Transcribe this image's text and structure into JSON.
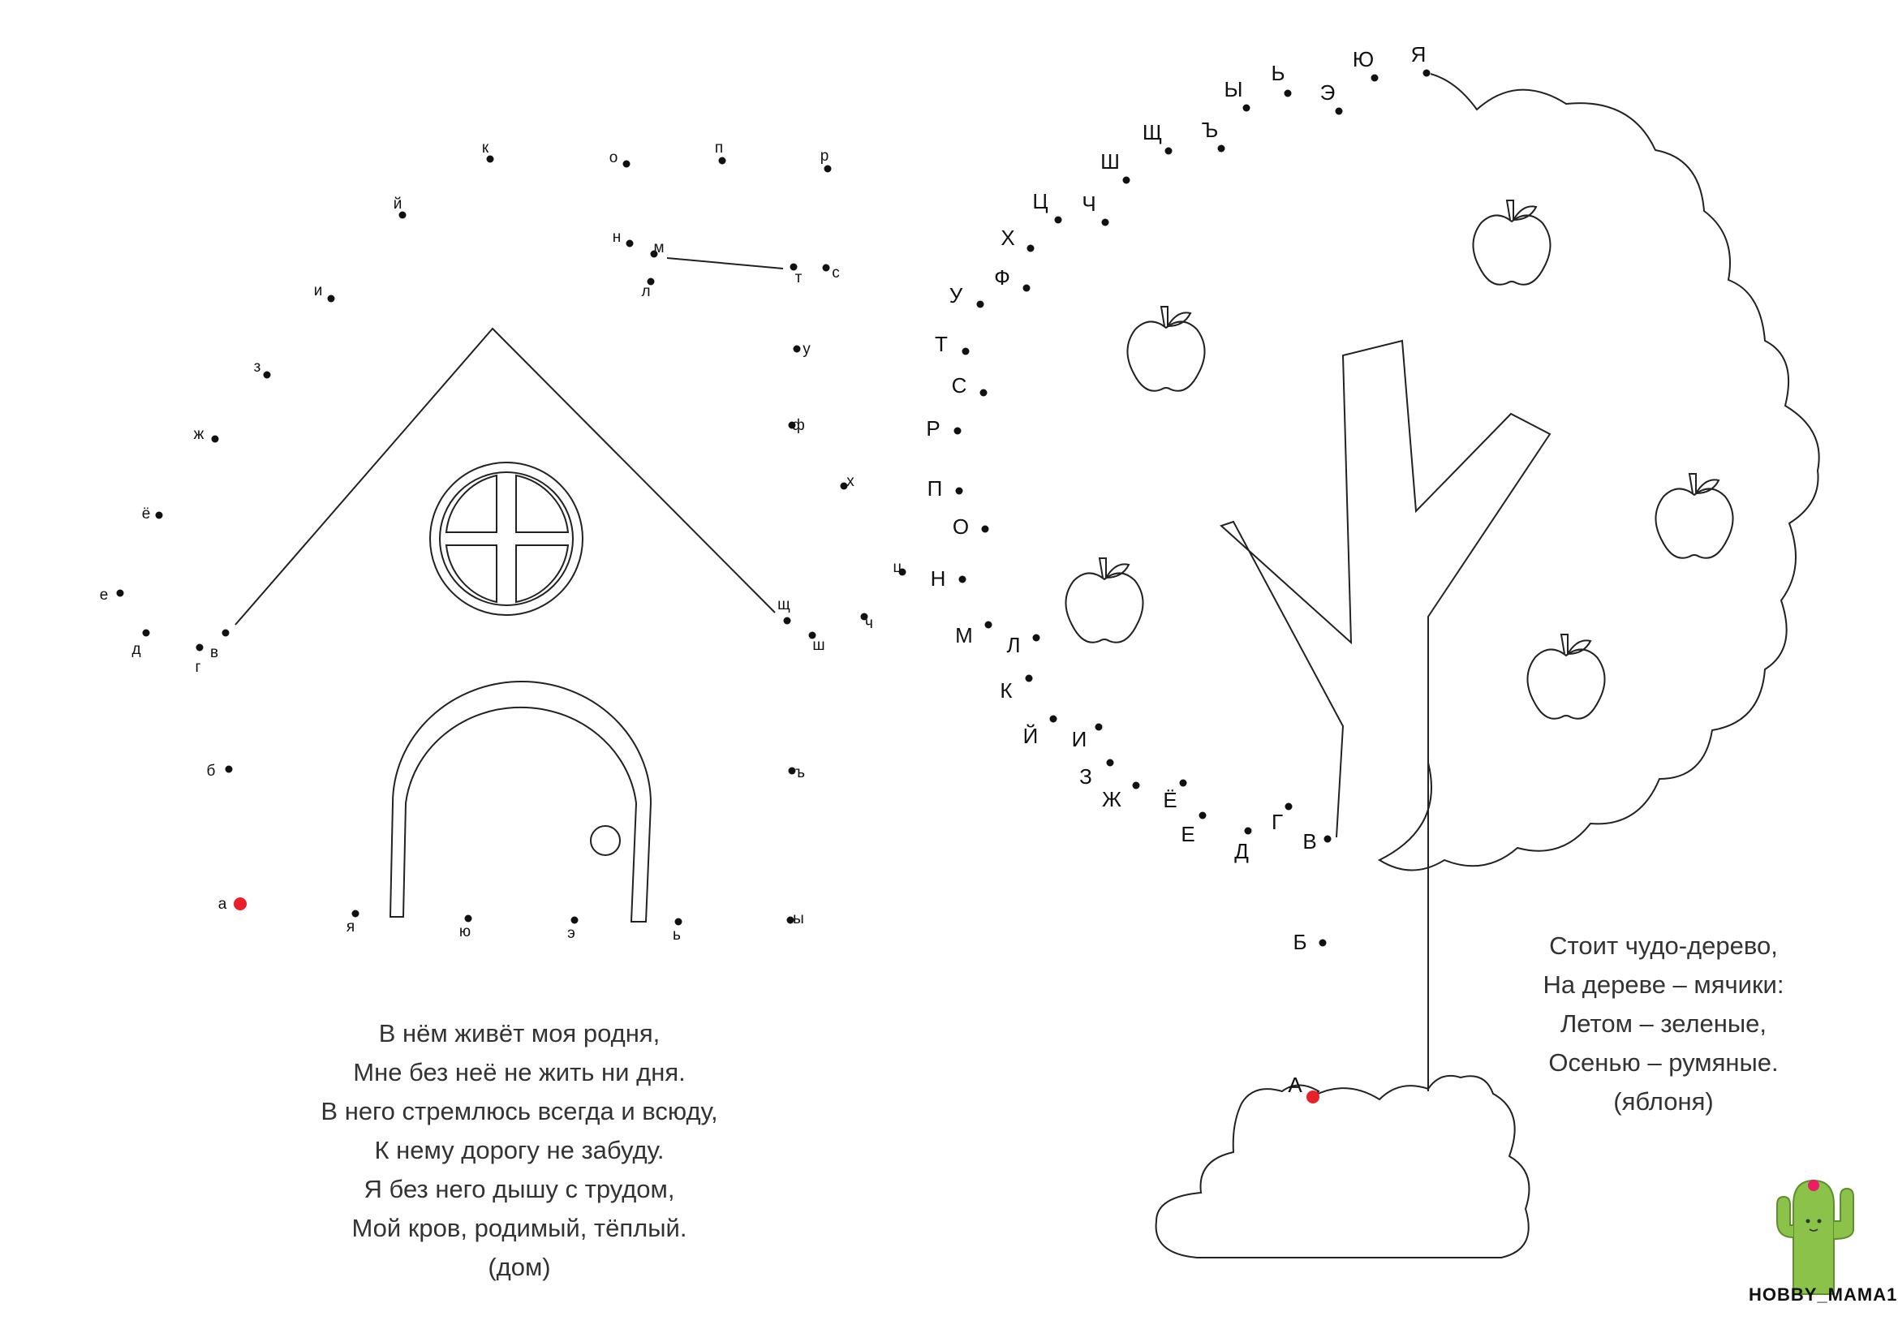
{
  "house_dots": [
    {
      "letter": "а",
      "start": true
    },
    {
      "letter": "б"
    },
    {
      "letter": "в"
    },
    {
      "letter": "г"
    },
    {
      "letter": "д"
    },
    {
      "letter": "е"
    },
    {
      "letter": "ё"
    },
    {
      "letter": "ж"
    },
    {
      "letter": "з"
    },
    {
      "letter": "и"
    },
    {
      "letter": "й"
    },
    {
      "letter": "к"
    },
    {
      "letter": "л"
    },
    {
      "letter": "м"
    },
    {
      "letter": "н"
    },
    {
      "letter": "о"
    },
    {
      "letter": "п"
    },
    {
      "letter": "р"
    },
    {
      "letter": "с"
    },
    {
      "letter": "т"
    },
    {
      "letter": "у"
    },
    {
      "letter": "ф"
    },
    {
      "letter": "х"
    },
    {
      "letter": "ц"
    },
    {
      "letter": "ч"
    },
    {
      "letter": "ш"
    },
    {
      "letter": "щ"
    },
    {
      "letter": "ъ"
    },
    {
      "letter": "ы"
    },
    {
      "letter": "ь"
    },
    {
      "letter": "э"
    },
    {
      "letter": "ю"
    },
    {
      "letter": "я"
    }
  ],
  "tree_dots": [
    {
      "letter": "А",
      "start": true
    },
    {
      "letter": "Б"
    },
    {
      "letter": "В"
    },
    {
      "letter": "Г"
    },
    {
      "letter": "Д"
    },
    {
      "letter": "Е"
    },
    {
      "letter": "Ё"
    },
    {
      "letter": "Ж"
    },
    {
      "letter": "З"
    },
    {
      "letter": "И"
    },
    {
      "letter": "Й"
    },
    {
      "letter": "К"
    },
    {
      "letter": "Л"
    },
    {
      "letter": "М"
    },
    {
      "letter": "Н"
    },
    {
      "letter": "О"
    },
    {
      "letter": "П"
    },
    {
      "letter": "Р"
    },
    {
      "letter": "С"
    },
    {
      "letter": "Т"
    },
    {
      "letter": "У"
    },
    {
      "letter": "Ф"
    },
    {
      "letter": "Х"
    },
    {
      "letter": "Ц"
    },
    {
      "letter": "Ч"
    },
    {
      "letter": "Ш"
    },
    {
      "letter": "Щ"
    },
    {
      "letter": "Ъ"
    },
    {
      "letter": "Ы"
    },
    {
      "letter": "Ь"
    },
    {
      "letter": "Э"
    },
    {
      "letter": "Ю"
    },
    {
      "letter": "Я"
    }
  ],
  "poem_house": [
    "В нём живёт моя родня,",
    "Мне без неё не жить ни дня.",
    "В него стремлюсь всегда и всюду,",
    "К нему дорогу не забуду.",
    "Я без него дышу с трудом,",
    "Мой кров, родимый, тёплый.",
    "(дом)"
  ],
  "poem_tree": [
    "Стоит чудо-дерево,",
    "На дереве – мячики:",
    "Летом – зеленые,",
    "Осенью – румяные.",
    "(яблоня)"
  ],
  "logo": {
    "text": "HOBBY_MAMA1"
  },
  "colors": {
    "ink": "#111111",
    "start_dot": "#e8202a",
    "cactus": "#7cb342",
    "flower": "#e91e63"
  }
}
